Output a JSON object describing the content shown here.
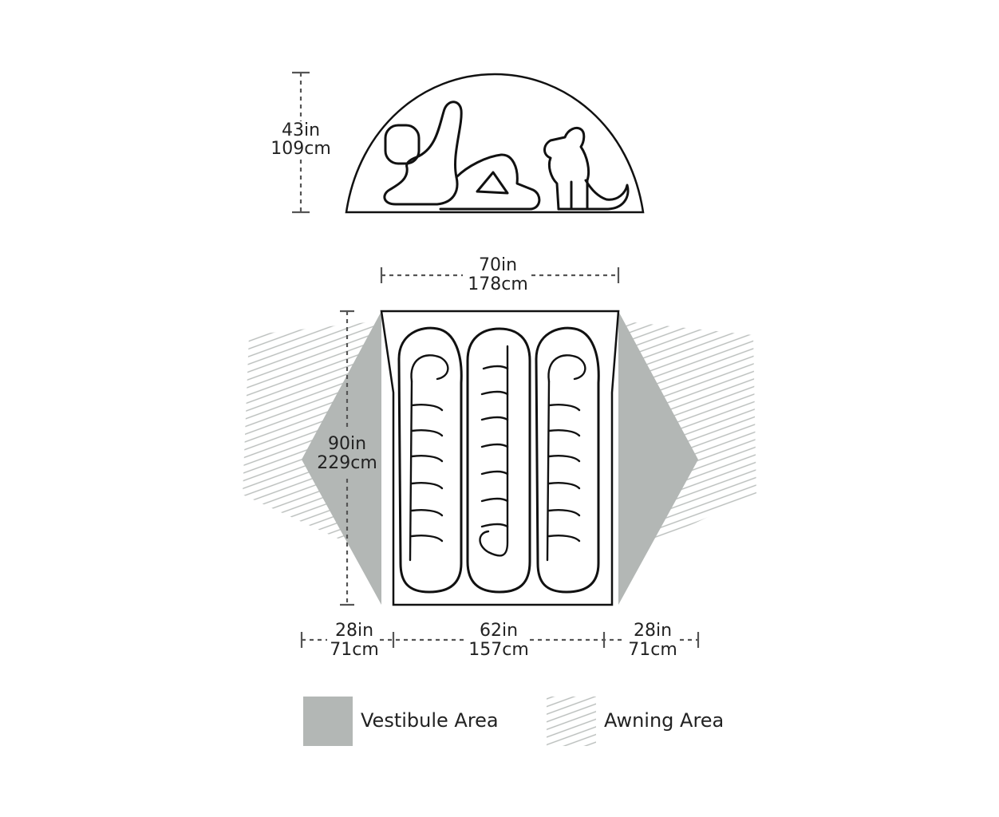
{
  "colors": {
    "vestibule": "#b3b7b5",
    "awning_line": "#bfc3c1",
    "outline": "#111111",
    "dimension": "#555555"
  },
  "dimensions": {
    "peak_height": {
      "in": "43in",
      "cm": "109cm"
    },
    "top_width": {
      "in": "70in",
      "cm": "178cm"
    },
    "length": {
      "in": "90in",
      "cm": "229cm"
    },
    "left_vestibule": {
      "in": "28in",
      "cm": "71cm"
    },
    "floor_width": {
      "in": "62in",
      "cm": "157cm"
    },
    "right_vestibule": {
      "in": "28in",
      "cm": "71cm"
    }
  },
  "legend": {
    "vestibule_label": "Vestibule Area",
    "awning_label": "Awning Area"
  }
}
